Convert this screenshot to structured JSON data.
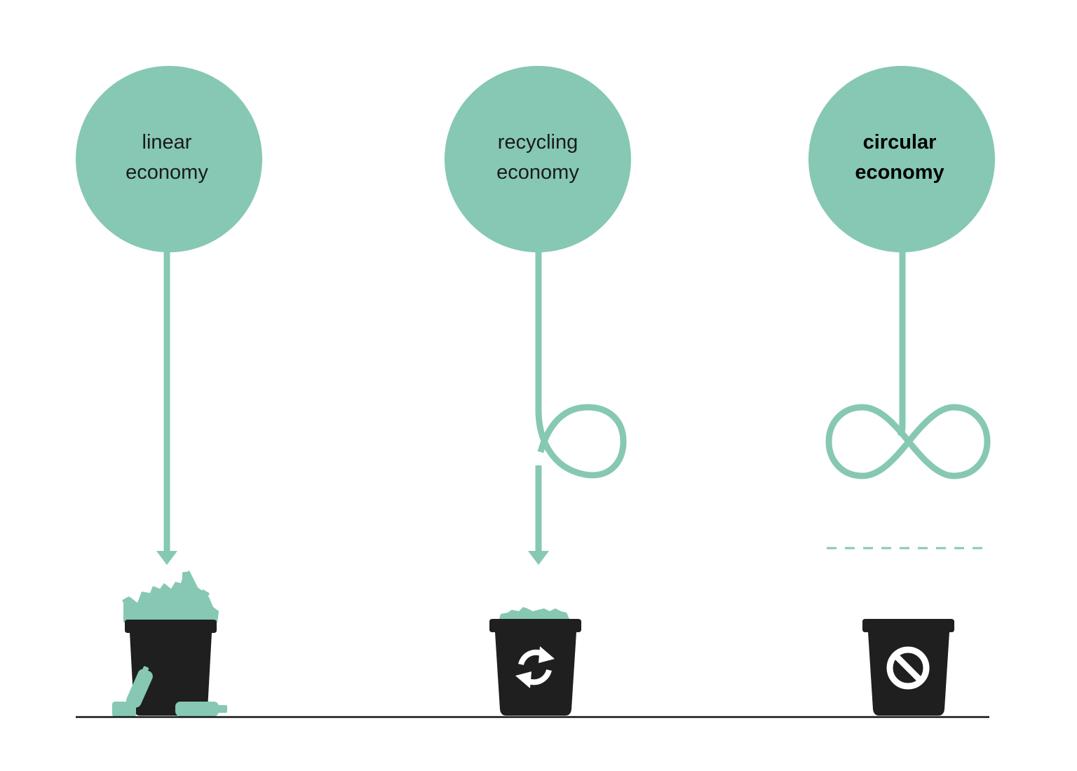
{
  "colors": {
    "accent": "#86C8B3",
    "bin": "#1f1f1f",
    "ground": "#111111",
    "background": "#ffffff",
    "icon": "#ffffff"
  },
  "stages": [
    {
      "id": "linear",
      "label_line1": "linear",
      "label_line2": "economy",
      "bold": false,
      "flow": "straight-arrow",
      "bin_state": "overflowing",
      "bin_icon": ""
    },
    {
      "id": "recycling",
      "label_line1": "recycling",
      "label_line2": "economy",
      "bold": false,
      "flow": "single-loop-arrow",
      "bin_state": "partially-filled",
      "bin_icon": "recycle-icon"
    },
    {
      "id": "circular",
      "label_line1": "circular",
      "label_line2": "economy",
      "bold": true,
      "flow": "infinity-loop",
      "bin_state": "empty",
      "bin_icon": "prohibited-icon"
    }
  ]
}
